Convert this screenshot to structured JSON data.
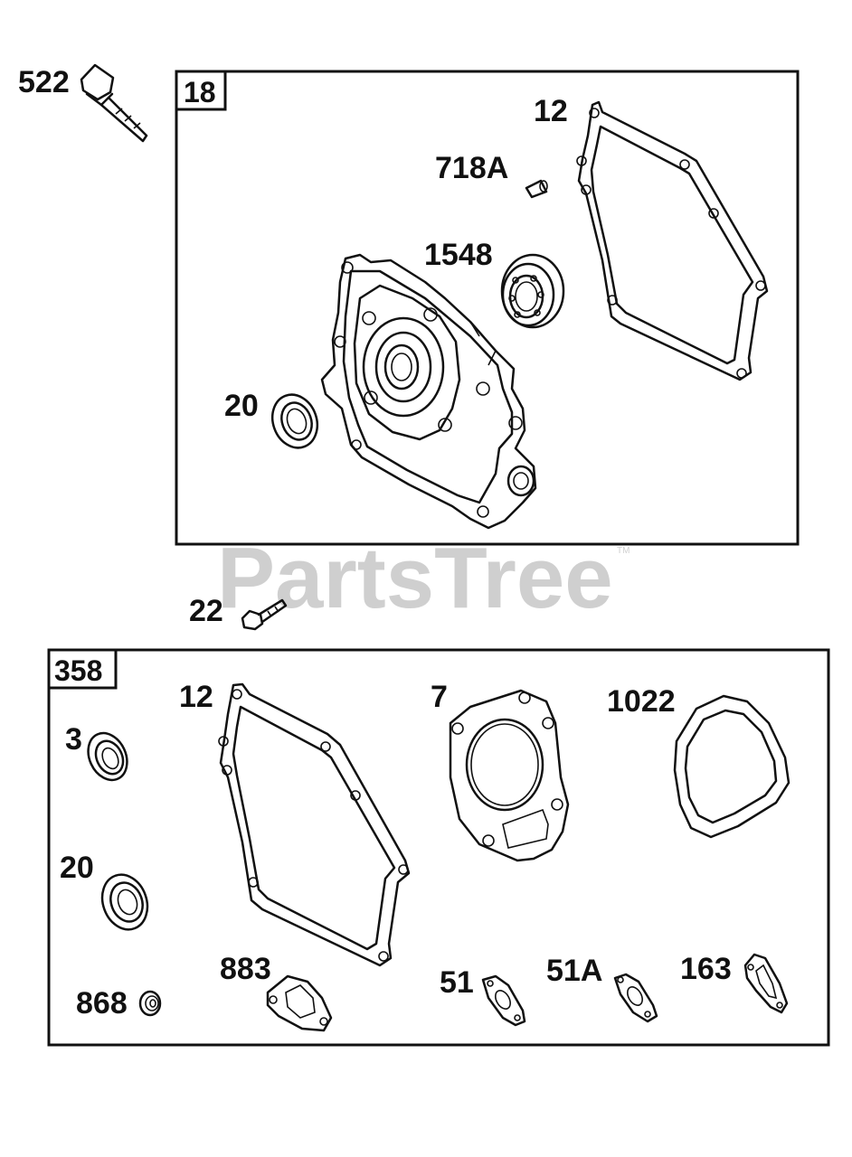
{
  "watermark": {
    "text": "PartsTree",
    "tm": "TM"
  },
  "kit_boxes": [
    {
      "label": "18"
    },
    {
      "label": "358"
    }
  ],
  "callouts": {
    "p522": "522",
    "p12a": "12",
    "p718A": "718A",
    "p1548": "1548",
    "p20a": "20",
    "p22": "22",
    "p12b": "12",
    "p7": "7",
    "p1022": "1022",
    "p3": "3",
    "p20b": "20",
    "p868": "868",
    "p883": "883",
    "p51": "51",
    "p51A": "51A",
    "p163": "163"
  }
}
